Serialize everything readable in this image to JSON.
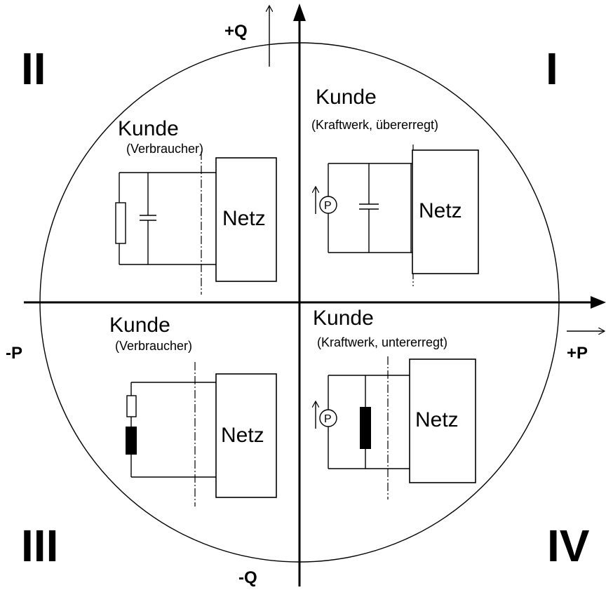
{
  "quadrants": {
    "q1": {
      "numeral": "I",
      "customer": "Kunde",
      "type": "(Kraftwerk, übererregt)",
      "grid": "Netz",
      "meter": "P"
    },
    "q2": {
      "numeral": "II",
      "customer": "Kunde",
      "type": "(Verbraucher)",
      "grid": "Netz"
    },
    "q3": {
      "numeral": "III",
      "customer": "Kunde",
      "type": "(Verbraucher)",
      "grid": "Netz"
    },
    "q4": {
      "numeral": "IV",
      "customer": "Kunde",
      "type": "(Kraftwerk, untererregt)",
      "grid": "Netz",
      "meter": "P"
    }
  },
  "axes": {
    "plus_q": "+Q",
    "minus_q": "-Q",
    "plus_p": "+P",
    "minus_p": "-P"
  }
}
